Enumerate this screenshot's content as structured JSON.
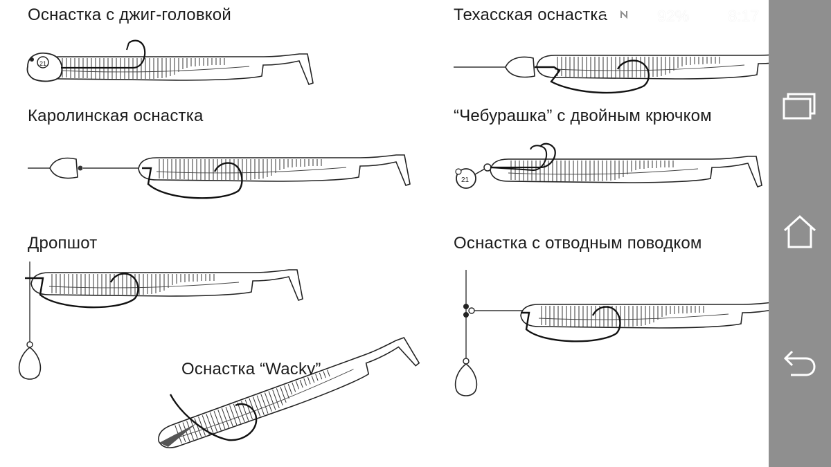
{
  "labels": {
    "jig": "Оснастка с джиг-головкой",
    "texas": "Техасская оснастка",
    "carolina": "Каролинская оснастка",
    "cheburashka": "“Чебурашка” с двойным крючком",
    "dropshot": "Дропшот",
    "leader": "Оснастка с отводным поводком",
    "wacky": "Оснастка “Wacky”"
  },
  "status_bar": {
    "battery_percent": "92%",
    "time": "8:17",
    "icons": [
      "wifi-icon",
      "nfc-icon",
      "signal-icon",
      "battery-icon"
    ]
  },
  "nav": {
    "icons": [
      "recent-apps-icon",
      "home-icon",
      "back-icon"
    ],
    "background": "#8f8f8f"
  }
}
